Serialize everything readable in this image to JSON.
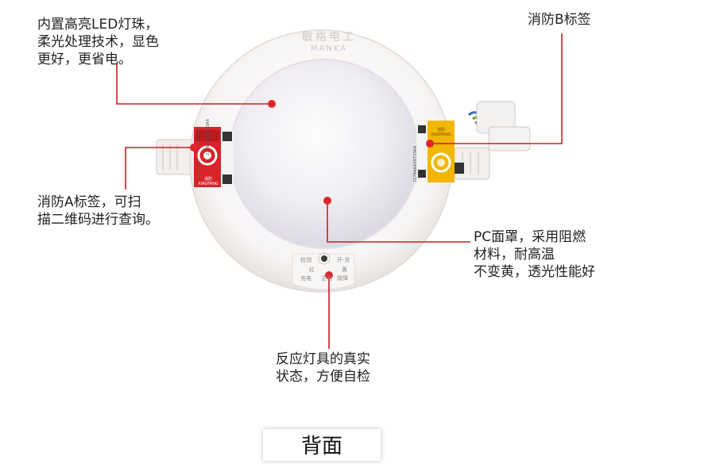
{
  "callouts": {
    "led": "内置高亮LED灯珠，\n柔光处理技术，显色\n更好，更省电。",
    "label_b": "消防B标签",
    "label_a": "消防A标签，可扫\n描二维码进行查询。",
    "pc_cover": "PC面罩，采用阻燃\n材料，耐高温\n不变黄，透光性能好",
    "status": "反应灯具的真实\n状态，方便自检"
  },
  "product": {
    "logo_cn": "敏格电工",
    "logo_en": "MANKA",
    "indicator_labels": {
      "left_top": "检测",
      "left_mid": "红",
      "left_bottom": "充电",
      "left_small": "主电",
      "right_top": "开-关",
      "right_mid": "黄",
      "right_bottom": "故障"
    },
    "label_a_text": "消防 XIAOFANG",
    "label_a_serial": "2279AAA39733AA",
    "label_b_serial": "2279AAA39733AA",
    "label_b_chars": "消防 XIAOFANG"
  },
  "footer": {
    "tab_label": "背面"
  },
  "colors": {
    "accent_red": "#c81e24",
    "label_a": "#d8232a",
    "label_b": "#f2b705"
  }
}
